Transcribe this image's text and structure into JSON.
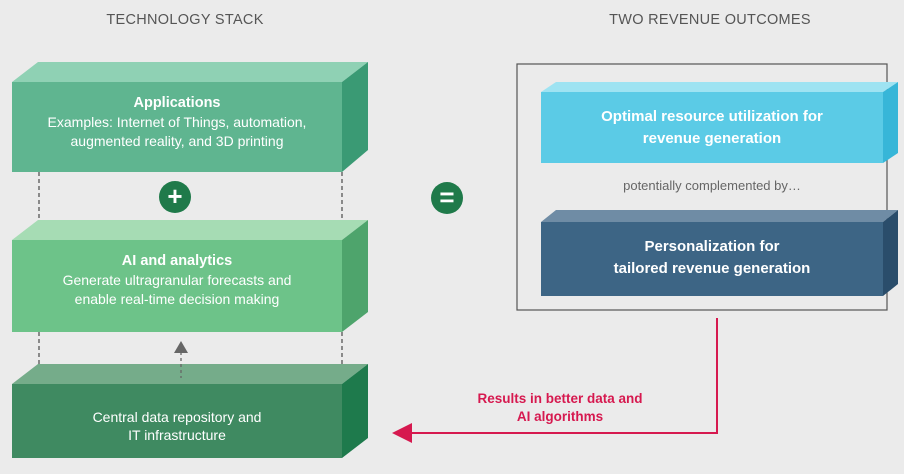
{
  "headings": {
    "left": "TECHNOLOGY STACK",
    "right": "TWO REVENUE OUTCOMES"
  },
  "stack": {
    "applications": {
      "title": "Applications",
      "subtitle_line1": "Examples: Internet of Things, automation,",
      "subtitle_line2": "augmented reality, and 3D printing"
    },
    "plus_symbol": "+",
    "ai": {
      "title": "AI and analytics",
      "subtitle_line1": "Generate ultragranular forecasts and",
      "subtitle_line2": "enable real-time decision making"
    },
    "data": {
      "line1": "Central data repository and",
      "line2": "IT infrastructure"
    }
  },
  "equals_symbol": "=",
  "outcomes": {
    "first_line1": "Optimal resource utilization for",
    "first_line2": "revenue generation",
    "connector": "potentially complemented by…",
    "second_line1": "Personalization for",
    "second_line2": "tailored revenue generation"
  },
  "feedback": {
    "line1": "Results in better data and",
    "line2": "AI algorithms"
  },
  "colors": {
    "applications": "#5fb590",
    "ai": "#6dc389",
    "data": "#3f8a61",
    "symbol": "#1f7a4a",
    "outcome_cyan": "#5bcbe6",
    "outcome_blue": "#3d6585",
    "feedback": "#d6194f"
  }
}
